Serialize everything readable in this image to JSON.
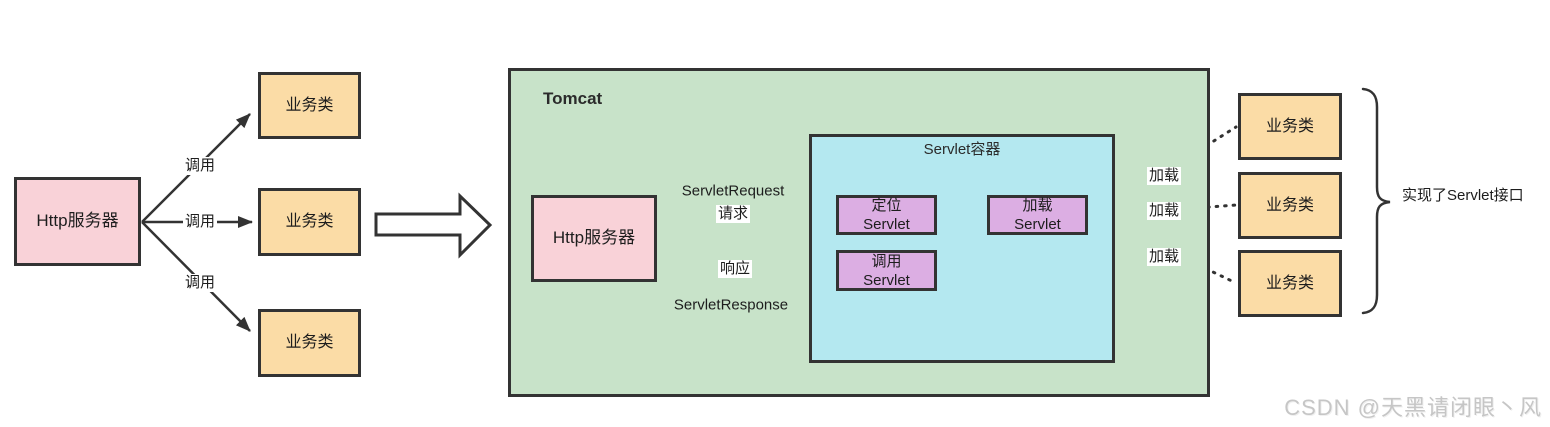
{
  "colors": {
    "pink": "#f9d2d8",
    "orange": "#fbdca6",
    "green": "#c8e3c9",
    "cyan": "#b4e8f0",
    "purple": "#dcaee3",
    "border": "#333333",
    "watermark_gray": "#c6c6c6"
  },
  "left": {
    "http_server": "Http服务器",
    "call_labels": [
      "调用",
      "调用",
      "调用"
    ],
    "business_classes": [
      "业务类",
      "业务类",
      "业务类"
    ]
  },
  "tomcat": {
    "title": "Tomcat",
    "http_server": "Http服务器",
    "servlet_request": "ServletRequest",
    "request": "请求",
    "response": "响应",
    "servlet_response": "ServletResponse",
    "container": {
      "title": "Servlet容器",
      "locate_servlet": {
        "line1": "定位",
        "line2": "Servlet"
      },
      "load_servlet": {
        "line1": "加载",
        "line2": "Servlet"
      },
      "invoke_servlet": {
        "line1": "调用",
        "line2": "Servlet"
      }
    }
  },
  "right": {
    "load_labels": [
      "加载",
      "加载",
      "加载"
    ],
    "business_classes": [
      "业务类",
      "业务类",
      "业务类"
    ],
    "brace_note": "实现了Servlet接口"
  },
  "watermark": "CSDN @天黑请闭眼丶风"
}
